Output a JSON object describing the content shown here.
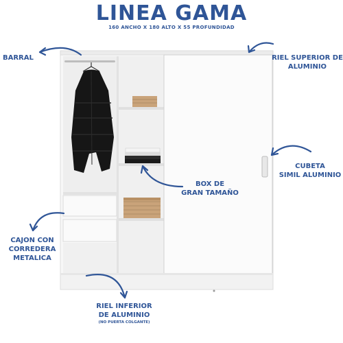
{
  "header": {
    "title": "LINEA GAMA",
    "subtitle": "160 ANCHO X 180 ALTO X 55 PROFUNDIDAD"
  },
  "callouts": {
    "barral": "BARRAL",
    "riel_superior_1": "RIEL SUPERIOR DE",
    "riel_superior_2": "ALUMINIO",
    "cubeta_1": "CUBETA",
    "cubeta_2": "SIMIL ALUMINIO",
    "box_1": "BOX DE",
    "box_2": "GRAN TAMAÑO",
    "cajon_1": "CAJON CON",
    "cajon_2": "CORREDERA",
    "cajon_3": "METALICA",
    "riel_inferior_1": "RIEL INFERIOR",
    "riel_inferior_2": "DE ALUMINIO",
    "riel_inferior_note": "(NO PUERTA COLGANTE)"
  },
  "colors": {
    "accent": "#2f5597",
    "wardrobe": "#f7f7f7",
    "wood": "#c9a37a"
  },
  "icons": [
    "jacket-icon",
    "arrow-icon"
  ]
}
